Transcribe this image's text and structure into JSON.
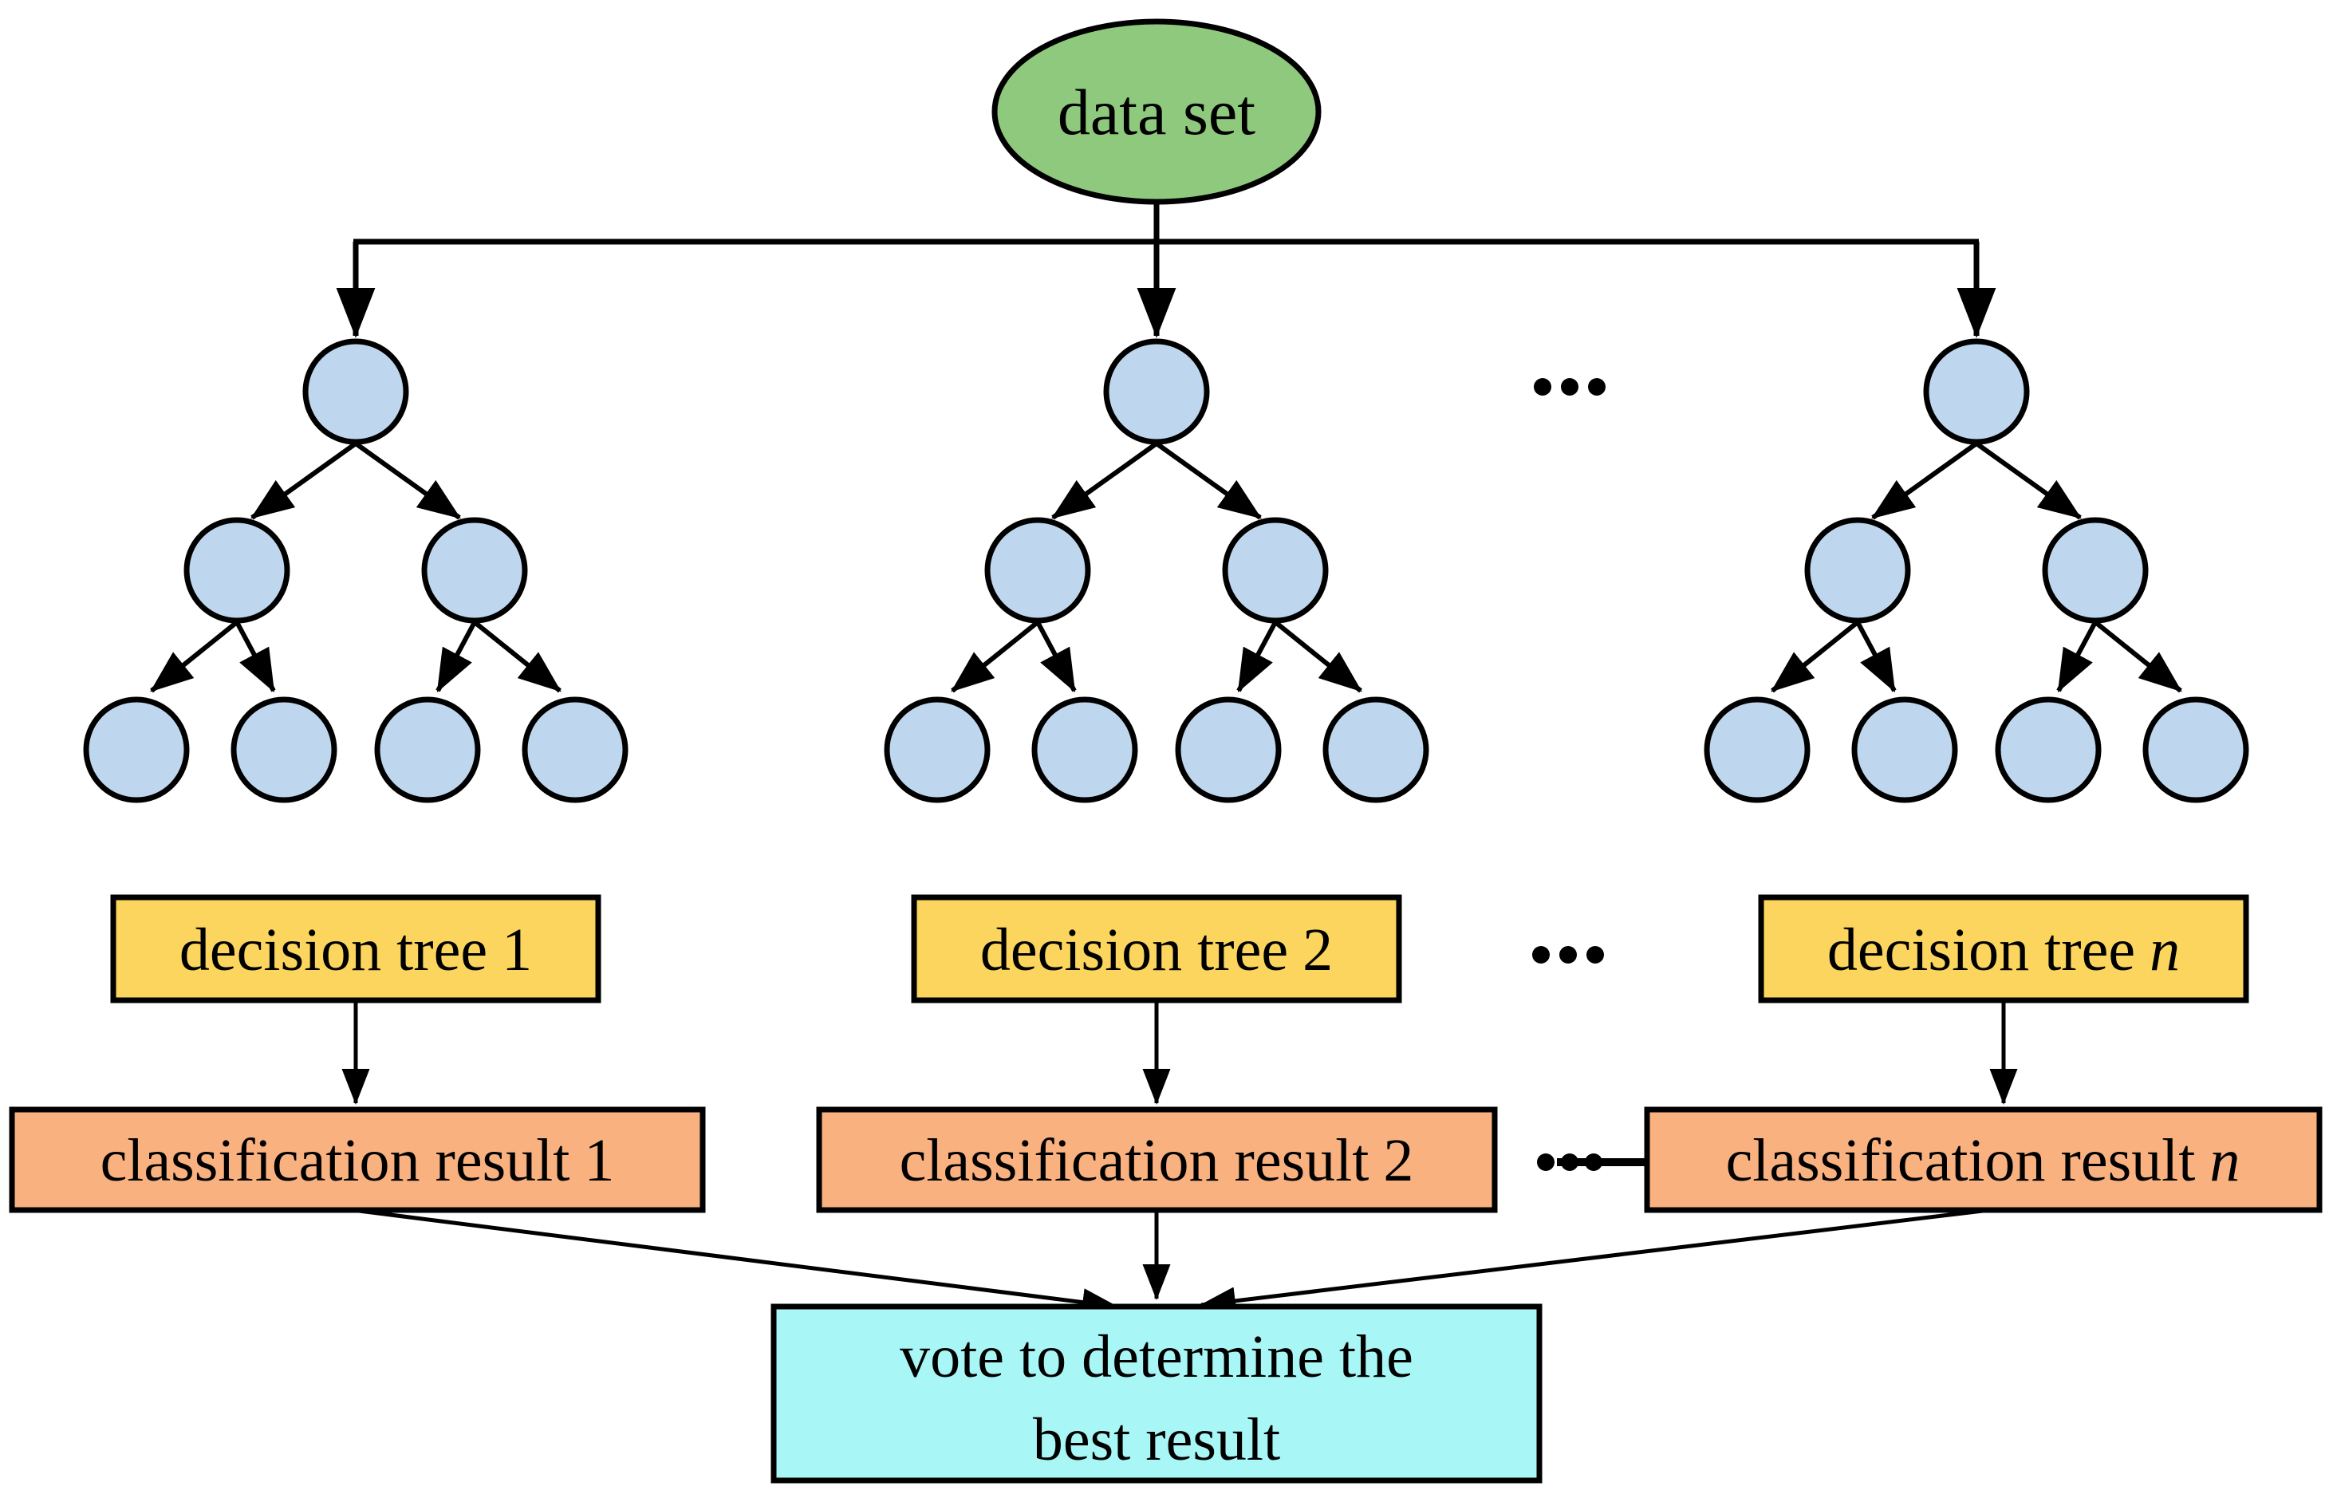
{
  "dataset": {
    "label": "data set"
  },
  "decision_boxes": [
    {
      "prefix": "decision tree",
      "suffix": "1"
    },
    {
      "prefix": "decision tree",
      "suffix": "2"
    },
    {
      "prefix": "decision tree",
      "suffix": "n"
    }
  ],
  "result_boxes": [
    {
      "prefix": "classification result",
      "suffix": "1"
    },
    {
      "prefix": "classification result",
      "suffix": "2"
    },
    {
      "prefix": "classification result",
      "suffix": "n"
    }
  ],
  "vote_box": {
    "line1": "vote to determine the",
    "line2": "best result"
  },
  "ellipsis": {
    "label": "..."
  },
  "colors": {
    "dataset_fill": "#8FC97D",
    "tree_node_fill": "#BFD7EE",
    "decision_box_fill": "#FBD55E",
    "result_box_fill": "#F9B180",
    "vote_box_fill": "#A8F6F6",
    "line_color": "#000000",
    "text_color": "#000000",
    "background": "#FFFFFF"
  }
}
